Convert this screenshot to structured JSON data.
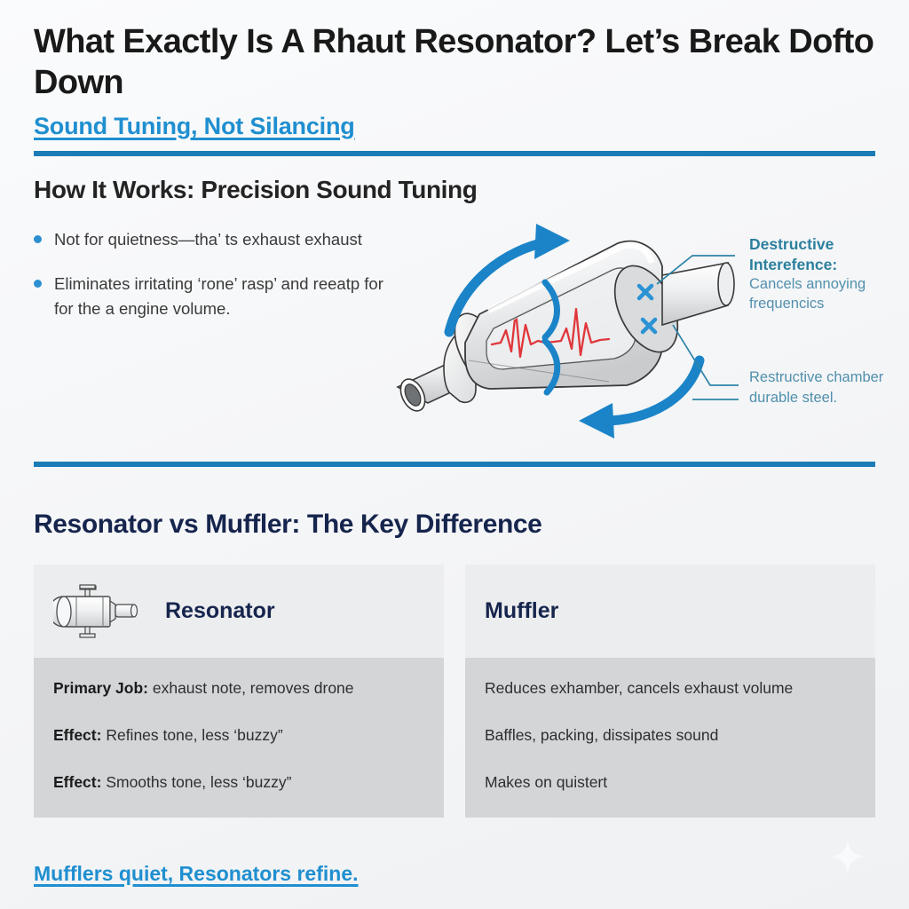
{
  "header": {
    "title": "What Exactly Is A Rhaut Resonator? Let’s Break Dofto Down",
    "subtitle": "Sound Tuning, Not Silancing"
  },
  "how_it_works": {
    "heading": "How It Works: Precision Sound Tuning",
    "bullets": [
      "Not for quietness—tha’ ts exhaust exhaust",
      "Eliminates irritating ‘rone’ rasp’ and reeatp for for the a engine volume."
    ],
    "annotations": [
      {
        "title": "Destructive Interefence:",
        "sub": "Cancels annoying frequencics"
      },
      {
        "text": "Restructive chamber durable steel."
      }
    ]
  },
  "comparison": {
    "heading": "Resonator vs Muffler: The Key Difference",
    "cards": [
      {
        "title": "Resonator",
        "icon": "resonator-icon",
        "rows": [
          {
            "label": "Primary Job:",
            "value": "exhaust note, removes drone"
          },
          {
            "label": "Effect:",
            "value": "Refines tone, less ‘buzzy”"
          },
          {
            "label": "Effect:",
            "value": "Smooths tone, less ‘buzzy”"
          }
        ]
      },
      {
        "title": "Muffler",
        "icon": "",
        "rows": [
          {
            "label": "",
            "value": "Reduces exhamber, cancels exhaust volume"
          },
          {
            "label": "",
            "value": "Baffles, packing, dissipates sound"
          },
          {
            "label": "",
            "value": "Makes on quistert"
          }
        ]
      }
    ]
  },
  "footer": {
    "text": "Mufflers quiet, Resonators refine."
  },
  "colors": {
    "accent_blue": "#1f8fd0",
    "rule_blue": "#1b7cb7",
    "navy": "#16254d",
    "anno_teal": "#2c7f9e",
    "wave_red": "#e0363b",
    "arrow_blue": "#1b84c8"
  }
}
